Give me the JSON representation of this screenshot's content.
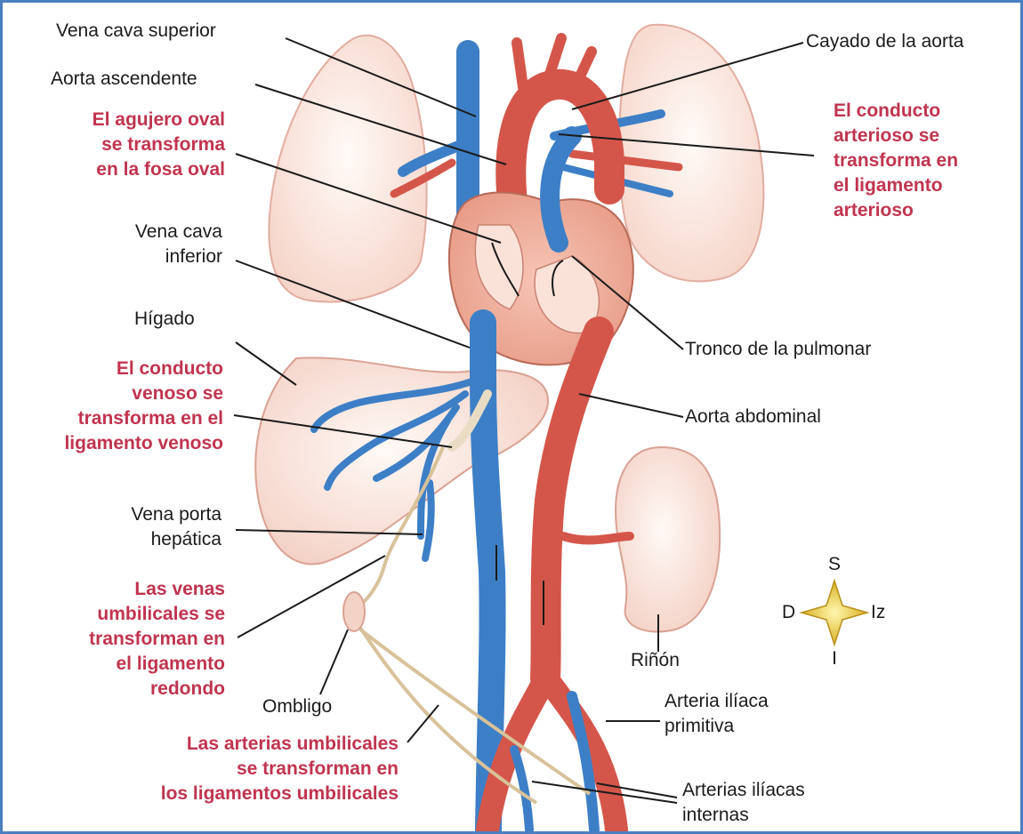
{
  "colors": {
    "frame": "#4a7fc1",
    "vein": "#3d7fc6",
    "artery": "#d4564a",
    "organ_fill": "#fbe7df",
    "organ_stroke": "#d9a293",
    "highlight_label": "#c0344f",
    "ligament": "#d8c29a"
  },
  "labels": {
    "vena_cava_superior": "Vena cava superior",
    "aorta_ascendente": "Aorta ascendente",
    "agujero_oval": [
      "El agujero oval",
      "se transforma",
      "en la fosa oval"
    ],
    "vena_cava_inferior": [
      "Vena cava",
      "inferior"
    ],
    "higado": "Hígado",
    "conducto_venoso": [
      "El conducto",
      "venoso se",
      "transforma en el",
      "ligamento venoso"
    ],
    "vena_porta": [
      "Vena porta",
      "hepática"
    ],
    "venas_umbilicales": [
      "Las venas",
      "umbilicales se",
      "transforman en",
      "el ligamento",
      "redondo"
    ],
    "ombligo": "Ombligo",
    "arterias_umbilicales": [
      "Las arterias umbilicales",
      "se transforman en",
      "los ligamentos umbilicales"
    ],
    "cayado_aorta": "Cayado de la aorta",
    "conducto_arterioso": [
      "El conducto",
      "arterioso se",
      "transforma en",
      "el ligamento",
      "arterioso"
    ],
    "tronco_pulmonar": "Tronco de la pulmonar",
    "aorta_abdominal": "Aorta abdominal",
    "rinon": "Riñón",
    "arteria_iliaca_primitiva": [
      "Arteria ilíaca",
      "primitiva"
    ],
    "arterias_iliacas_internas": [
      "Arterias ilíacas",
      "internas"
    ]
  },
  "compass": {
    "north": "S",
    "south": "I",
    "west": "D",
    "east": "Iz"
  }
}
